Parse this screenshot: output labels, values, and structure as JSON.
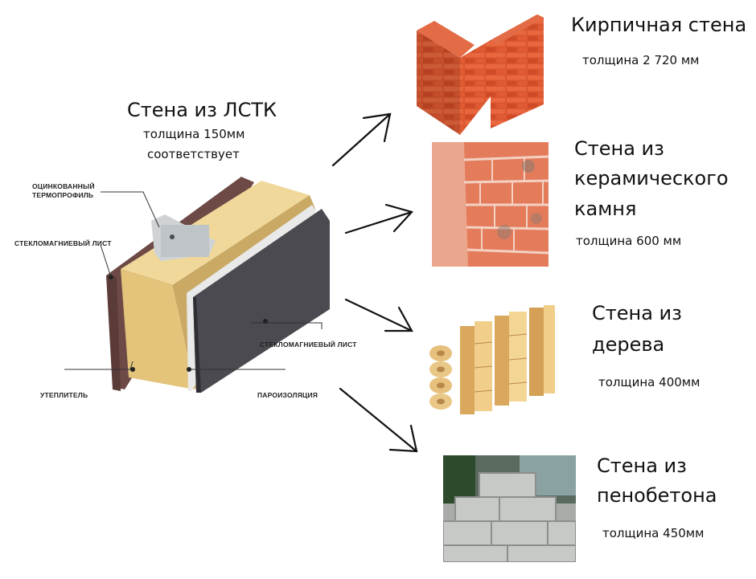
{
  "source": {
    "title": "Стена из ЛСТК",
    "thickness": "толщина 150мм",
    "relation": "соответствует"
  },
  "diagram_labels": {
    "profile_line1": "ОЦИНКОВАННЫЙ",
    "profile_line2": "ТЕРМОПРОФИЛЬ",
    "sheet_left": "СТЕКЛОМАГНИЕВЫЙ ЛИСТ",
    "sheet_right": "СТЕКЛОМАГНИЕВЫЙ ЛИСТ",
    "insulation": "УТЕПЛИТЕЛЬ",
    "vapor_barrier": "ПАРОИЗОЛЯЦИЯ"
  },
  "targets": [
    {
      "title_lines": [
        "Кирпичная стена"
      ],
      "thickness": "толщина 2 720 мм"
    },
    {
      "title_lines": [
        "Стена из",
        "керамического",
        "камня"
      ],
      "thickness": "толщина 600 мм"
    },
    {
      "title_lines": [
        "Стена из",
        "дерева"
      ],
      "thickness": "толщина 400мм"
    },
    {
      "title_lines": [
        "Стена из",
        "пенобетона"
      ],
      "thickness": "толщина 450мм"
    }
  ],
  "colors": {
    "insulation": "#e3c47a",
    "board": "#4a4a50",
    "membrane": "#6e4a46",
    "brick": "#d9552f",
    "ceramic": "#e47c5b",
    "wood": "#e6c07c",
    "aerated_concrete": "#b9bbb9",
    "arrow": "#111111"
  }
}
